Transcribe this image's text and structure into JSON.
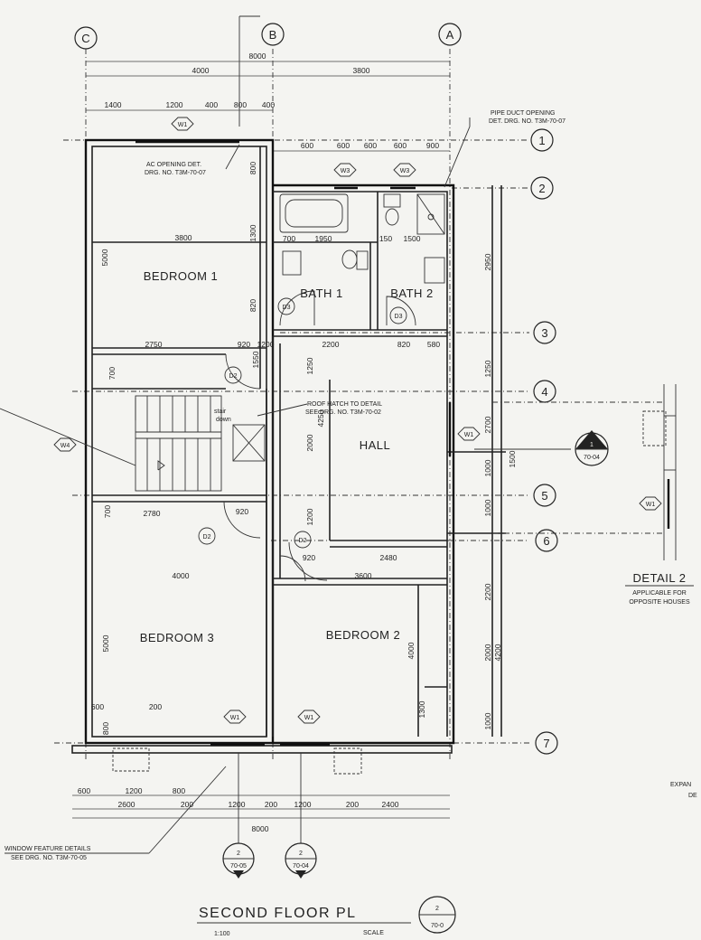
{
  "grid_columns": [
    {
      "id": "col-c",
      "label": "C"
    },
    {
      "id": "col-b",
      "label": "B"
    },
    {
      "id": "col-a",
      "label": "A"
    }
  ],
  "grid_rows": [
    {
      "id": "row-1",
      "label": "1"
    },
    {
      "id": "row-2",
      "label": "2"
    },
    {
      "id": "row-3",
      "label": "3"
    },
    {
      "id": "row-4",
      "label": "4"
    },
    {
      "id": "row-5",
      "label": "5"
    },
    {
      "id": "row-6",
      "label": "6"
    },
    {
      "id": "row-7",
      "label": "7"
    }
  ],
  "rooms": {
    "bedroom1": "BEDROOM 1",
    "bedroom2": "BEDROOM 2",
    "bedroom3": "BEDROOM 3",
    "bath1": "BATH 1",
    "bath2": "BATH 2",
    "hall": "HALL"
  },
  "top_dims": {
    "overall": "8000",
    "left": "4000",
    "right": "3800",
    "row1": [
      "1400",
      "1200",
      "400",
      "800",
      "400"
    ],
    "row2": [
      "600",
      "600",
      "600",
      "600",
      "900"
    ],
    "bedroom1_width": "3800",
    "bath_row": [
      "700",
      "1950",
      "150",
      "1500"
    ]
  },
  "mid_dims": {
    "d2750a": "2750",
    "d920a": "920",
    "d1200": "1200",
    "d2200": "2200",
    "d820": "820",
    "d580": "580",
    "d2780": "2780",
    "d920b": "920",
    "d920c": "920",
    "d2480": "2480",
    "d4000": "4000",
    "d3600": "3600"
  },
  "vertical_dims": {
    "v5000": "5000",
    "v800": "800",
    "v1300": "1300",
    "v820": "820",
    "v700a": "700",
    "v1550": "1550",
    "v1250": "1250",
    "v2000": "2000",
    "v4250": "4250",
    "v1200a": "1200",
    "v700b": "700",
    "v2950": "2950",
    "v1250b": "1250",
    "v2700": "2700",
    "v1500": "1500",
    "v1000a": "1000",
    "v1000b": "1000",
    "v2200": "2200",
    "v4200": "4200",
    "v2000b": "2000",
    "v1000c": "1000",
    "v5000b": "5000",
    "v4000": "4000",
    "v800b": "800",
    "v1300b": "1300"
  },
  "bottom_dims": {
    "row1": [
      "600",
      "1200",
      "800"
    ],
    "row2": [
      "2600",
      "200",
      "1200",
      "200",
      "1200",
      "200",
      "2400"
    ],
    "overall": "8000",
    "d600": "600",
    "d200": "200"
  },
  "tags": {
    "w1": "W1",
    "w3": "W3",
    "w4": "W4",
    "d2": "D2",
    "d3": "D3"
  },
  "notes": {
    "ac_opening_1": "AC OPENING DET.",
    "ac_opening_2": "DRG. NO. T3M-70-07",
    "pipe_duct_1": "PIPE DUCT OPENING",
    "pipe_duct_2": "DET. DRG. NO. T3M-70-07",
    "roof_hatch_1": "ROOF HATCH TO DETAIL",
    "roof_hatch_2": "SEE DRG. NO. T3M-70-02",
    "stair_1": "stair",
    "stair_2": "down",
    "window_feature_1": "WINDOW FEATURE DETAILS",
    "window_feature_2": "SEE DRG. NO. T3M-70-05",
    "detail2_title": "DETAIL 2",
    "detail2_sub1": "APPLICABLE FOR",
    "detail2_sub2": "OPPOSITE HOUSES",
    "expan_1": "EXPAN",
    "expan_2": "DE"
  },
  "section_markers": {
    "m1_top": "2",
    "m1_bot": "70-05",
    "m2_top": "2",
    "m2_bot": "70-04",
    "m3_top": "1",
    "m3_bot": "70-04",
    "m4_top": "2",
    "m4_bot": "70-0"
  },
  "title": {
    "main": "SECOND FLOOR PL",
    "scale": "1:100",
    "scale_label": "SCALE"
  }
}
